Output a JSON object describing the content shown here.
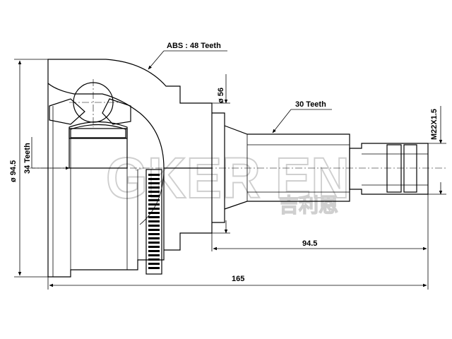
{
  "labels": {
    "abs_teeth": "ABS : 48 Teeth",
    "spline_teeth_outer": "30 Teeth",
    "spline_teeth_inner": "34 Teeth",
    "diameter_outer": "ø 94.5",
    "diameter_shaft": "ø 56",
    "thread": "M22X1.5",
    "length_shaft": "94.5",
    "length_total": "165"
  },
  "watermark": {
    "brand": "GKER EN",
    "chinese": "吉利恩"
  }
}
